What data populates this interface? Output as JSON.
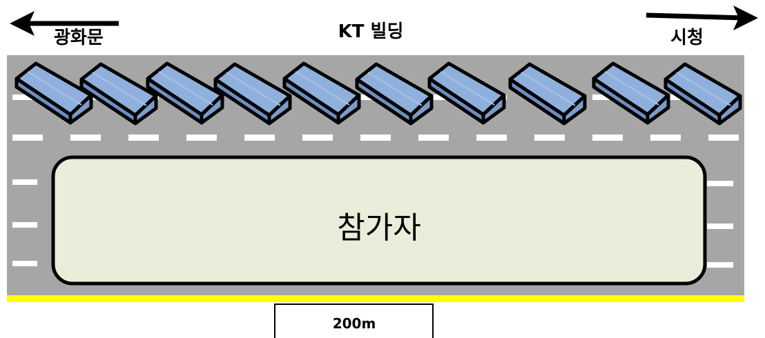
{
  "labels": {
    "left_destination": "광화문",
    "top_center": "KT 빌딩",
    "right_destination": "시청",
    "participants_area": "참가자",
    "distance": "200m"
  },
  "icons": {
    "left_arrow": "arrow-left-icon",
    "right_arrow": "arrow-right-icon",
    "vehicle": "police-bus-icon"
  },
  "vehicles": {
    "count": 10
  },
  "colors": {
    "road": "#a6a6a6",
    "lane_marking": "#ffffff",
    "participant_area_fill": "#ebeddb",
    "vehicle_top": "#8fb0dc",
    "vehicle_side": "#7b9cc9",
    "vehicle_front": "#6d8ec0",
    "curb_line": "#ffff00",
    "outline": "#000000"
  }
}
